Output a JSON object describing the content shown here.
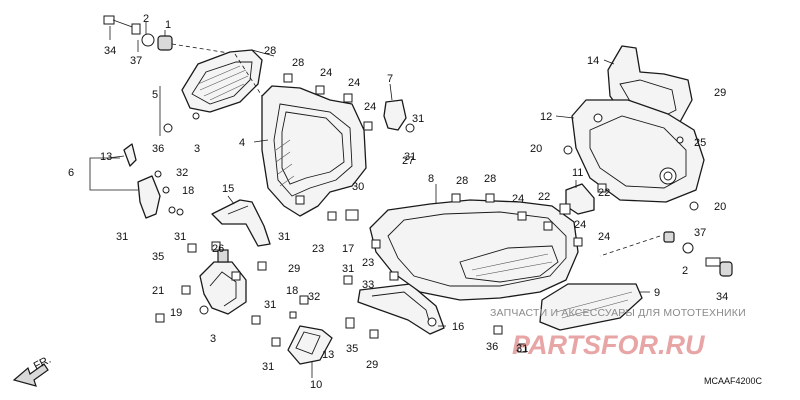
{
  "diagram": {
    "code": "MCAAF4200C",
    "direction_label": "FR.",
    "watermark": {
      "text": "ЗАПЧАСТИ И АКСЕССУАРЫ ДЛЯ МОТОТЕХНИКИ",
      "logo": "PARTSFOR.RU"
    },
    "callouts": [
      "34",
      "2",
      "1",
      "37",
      "28",
      "28",
      "24",
      "24",
      "7",
      "14",
      "29",
      "5",
      "24",
      "31",
      "3",
      "36",
      "12",
      "4",
      "25",
      "13",
      "32",
      "20",
      "6",
      "18",
      "31",
      "11",
      "15",
      "30",
      "28",
      "28",
      "8",
      "24",
      "22",
      "27",
      "31",
      "31",
      "23",
      "17",
      "22",
      "24",
      "20",
      "26",
      "35",
      "31",
      "29",
      "23",
      "37",
      "33",
      "24",
      "21",
      "18",
      "32",
      "2",
      "9",
      "19",
      "3",
      "31",
      "31",
      "16",
      "34",
      "13",
      "35",
      "36",
      "31",
      "29",
      "31",
      "10"
    ]
  },
  "colors": {
    "line": "#1a1a1a",
    "part_fill": "#f4f4f4",
    "watermark_logo": "#e8a5a5",
    "watermark_text": "#8a8a8a"
  }
}
